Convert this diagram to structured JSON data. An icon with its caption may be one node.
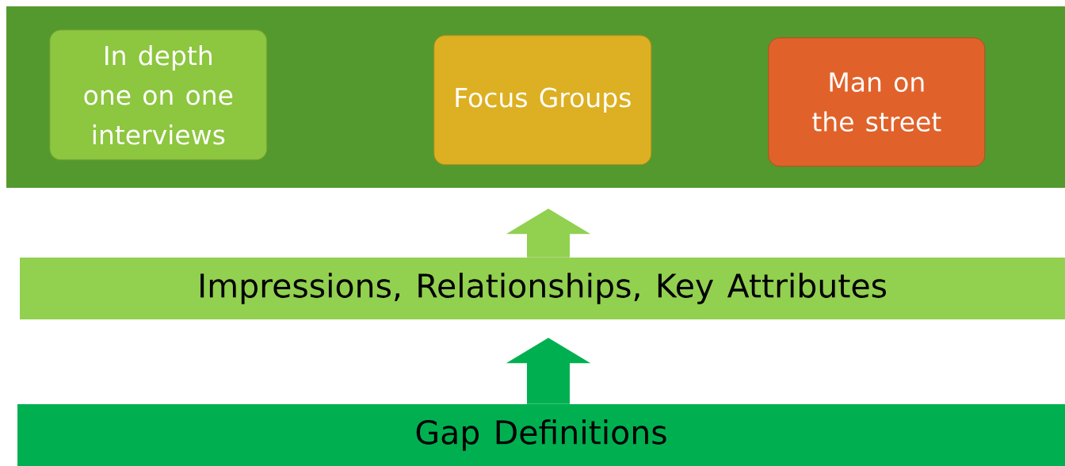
{
  "diagram": {
    "nodes": [
      {
        "text": [],
        "shape": "box"
      },
      {
        "text": [
          "In depth one on one interviews"
        ],
        "in": 0
      },
      {
        "text": [
          "Focus Groups"
        ],
        "in": 0
      },
      {
        "text": [
          "Man on the street"
        ],
        "in": 0
      },
      {
        "text": [
          "Impressions, Relationships, Key Attributes"
        ]
      },
      {
        "text": [
          "Gap Definitions"
        ]
      }
    ],
    "edges": [
      {
        "from": 4,
        "to": 0,
        "arrow": "to",
        "color": "#92d050"
      },
      {
        "from": 5,
        "to": 4,
        "arrow": "to",
        "color": "#00b050"
      }
    ]
  }
}
